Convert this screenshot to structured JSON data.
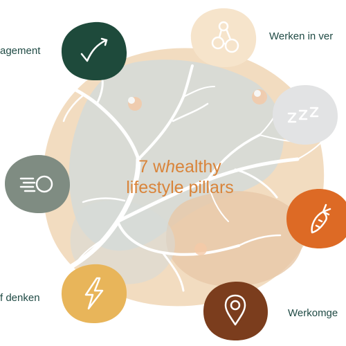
{
  "title": {
    "line1_prefix": "7 w",
    "line1_emph": "h",
    "line1_suffix": "ealthy",
    "line2": "lifestyle pillars"
  },
  "pillars": [
    {
      "label": "agement",
      "icon": "check-arrow-icon",
      "color": "#1e4a3b"
    },
    {
      "label": "Werken in ver",
      "icon": "molecule-icon",
      "color": "#f6e4cb"
    },
    {
      "label": "",
      "icon": "sleep-zzz-icon",
      "color": "#e2e3e4"
    },
    {
      "label": "",
      "icon": "carrot-icon",
      "color": "#dd6a25"
    },
    {
      "label": "Werkomge",
      "icon": "location-pin-icon",
      "color": "#7b3d1d"
    },
    {
      "label": "f denken",
      "icon": "lightning-icon",
      "color": "#e8b55a"
    },
    {
      "label": "",
      "icon": "speed-ball-icon",
      "color": "#7f8c82"
    }
  ],
  "palette": {
    "title": "#d9843a",
    "label_text": "#1f4a44",
    "blob_beige": "#f2dcc0",
    "blob_sage": "#d5dbd8",
    "blob_tan": "#e7c8a8",
    "tree": "#ffffff"
  }
}
